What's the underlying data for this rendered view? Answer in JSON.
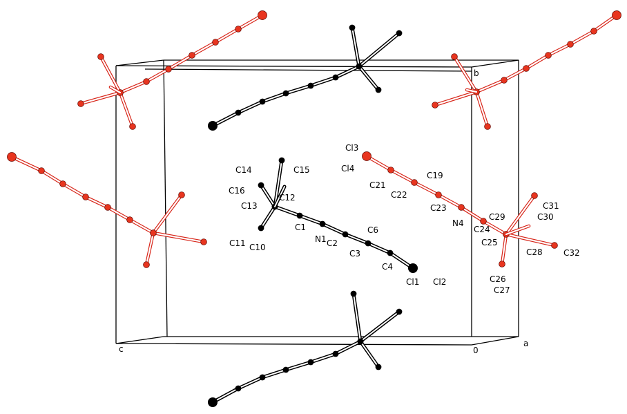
{
  "figure": {
    "axis_labels": {
      "a": "a",
      "b": "b",
      "c": "c",
      "origin": "0"
    },
    "atom_labels": [
      "C14",
      "C15",
      "C16",
      "C12",
      "C13",
      "C1",
      "C11",
      "C10",
      "N1",
      "C2",
      "C6",
      "C3",
      "C4",
      "Cl1",
      "Cl2",
      "Cl3",
      "Cl4",
      "C21",
      "C19",
      "C22",
      "C23",
      "N4",
      "C29",
      "C24",
      "C25",
      "C31",
      "C30",
      "C28",
      "C32",
      "C26",
      "C27"
    ],
    "colors": {
      "reference_molecule": "#000000",
      "symmetry_molecule": "#e8351f",
      "cell_edges": "#000000"
    }
  }
}
